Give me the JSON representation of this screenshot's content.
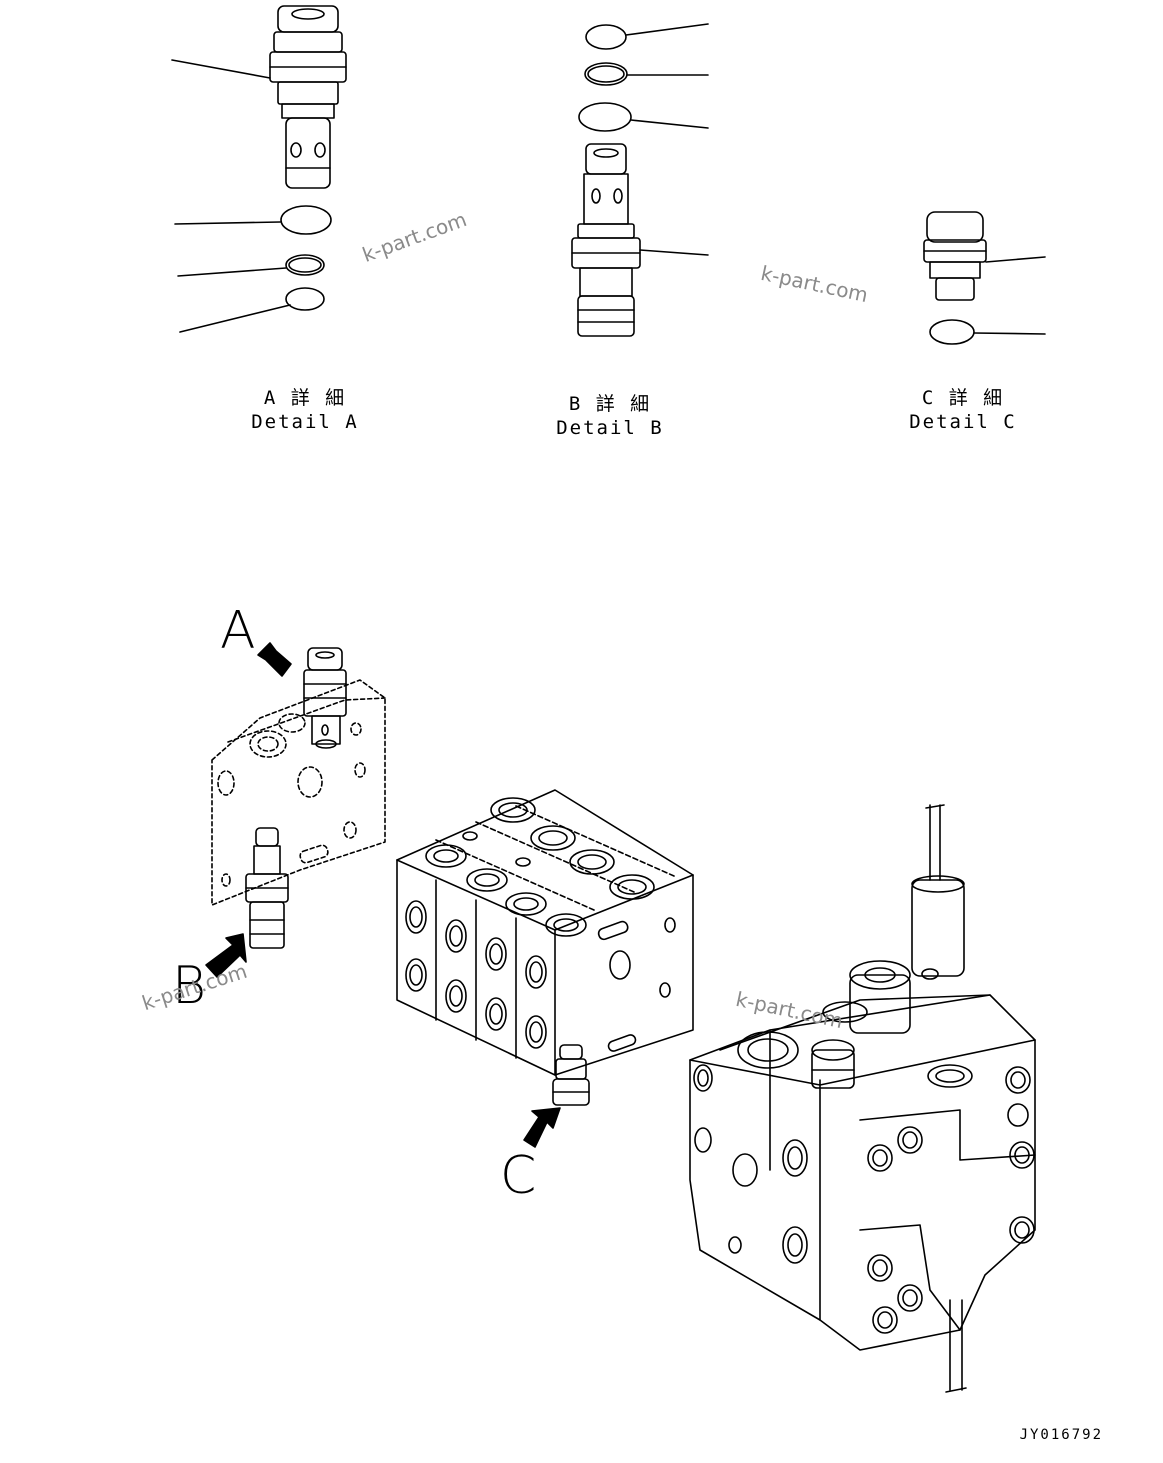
{
  "details": [
    {
      "jp": "A 詳 細",
      "en": "Detail A"
    },
    {
      "jp": "B 詳 細",
      "en": "Detail B"
    },
    {
      "jp": "C 詳 細",
      "en": "Detail C"
    }
  ],
  "callouts": {
    "a": "A",
    "b": "B",
    "c": "C"
  },
  "watermark": "k-part.com",
  "drawing_code": "JY016792"
}
